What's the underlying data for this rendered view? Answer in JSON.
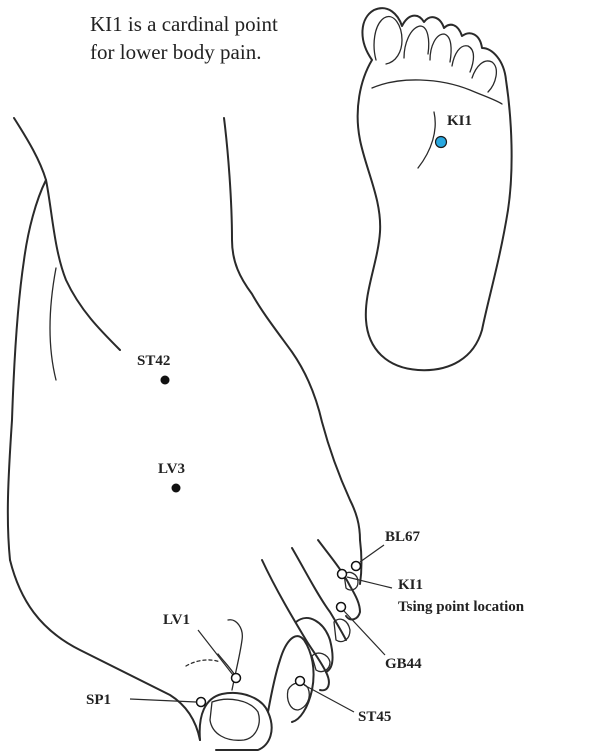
{
  "caption": {
    "line1": "KI1 is a cardinal point",
    "line2": "for lower body pain."
  },
  "points": {
    "ki1_sole": {
      "label": "KI1",
      "color": "#29a8e0"
    },
    "st42": {
      "label": "ST42"
    },
    "lv3": {
      "label": "LV3"
    },
    "bl67": {
      "label": "BL67"
    },
    "ki1_toe": {
      "label": "KI1",
      "sublabel": "Tsing point location"
    },
    "gb44": {
      "label": "GB44"
    },
    "lv1": {
      "label": "LV1"
    },
    "st45": {
      "label": "ST45"
    },
    "sp1": {
      "label": "SP1"
    }
  },
  "colors": {
    "line": "#2a2a2a",
    "solid_point": "#111111",
    "open_point_fill": "#ffffff"
  }
}
